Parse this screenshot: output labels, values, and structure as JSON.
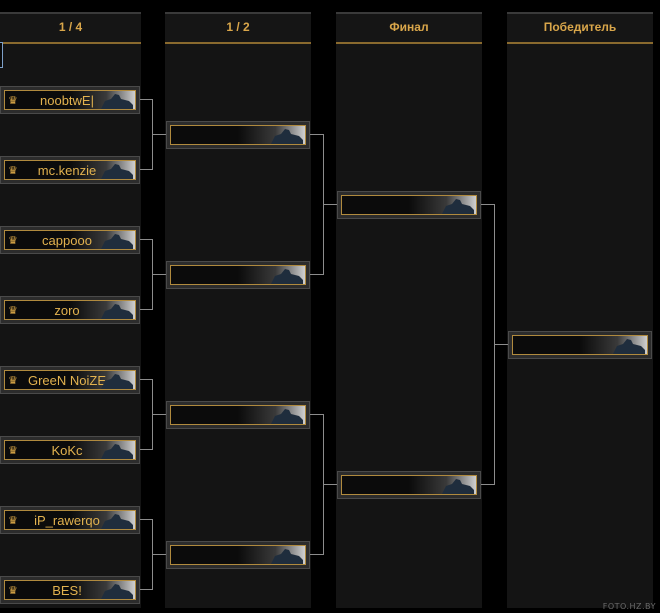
{
  "rounds": [
    {
      "label": "1 / 4"
    },
    {
      "label": "1 / 2"
    },
    {
      "label": "Финал"
    },
    {
      "label": "Победитель"
    }
  ],
  "quarterfinals": [
    {
      "name": "noobtwE|"
    },
    {
      "name": "mc.kenzie"
    },
    {
      "name": "cappooo"
    },
    {
      "name": "zoro"
    },
    {
      "name": "GreeN NoiZE"
    },
    {
      "name": "KoKc"
    },
    {
      "name": "iP_rawerqo"
    },
    {
      "name": "BES!"
    }
  ],
  "semifinals": [
    {
      "name": ""
    },
    {
      "name": ""
    },
    {
      "name": ""
    },
    {
      "name": ""
    }
  ],
  "final": [
    {
      "name": ""
    },
    {
      "name": ""
    }
  ],
  "winner": {
    "name": ""
  },
  "icons": {
    "crown": "crown-icon",
    "silhouette": "player-silhouette-icon"
  },
  "watermark": "FOTO.HZ.BY"
}
